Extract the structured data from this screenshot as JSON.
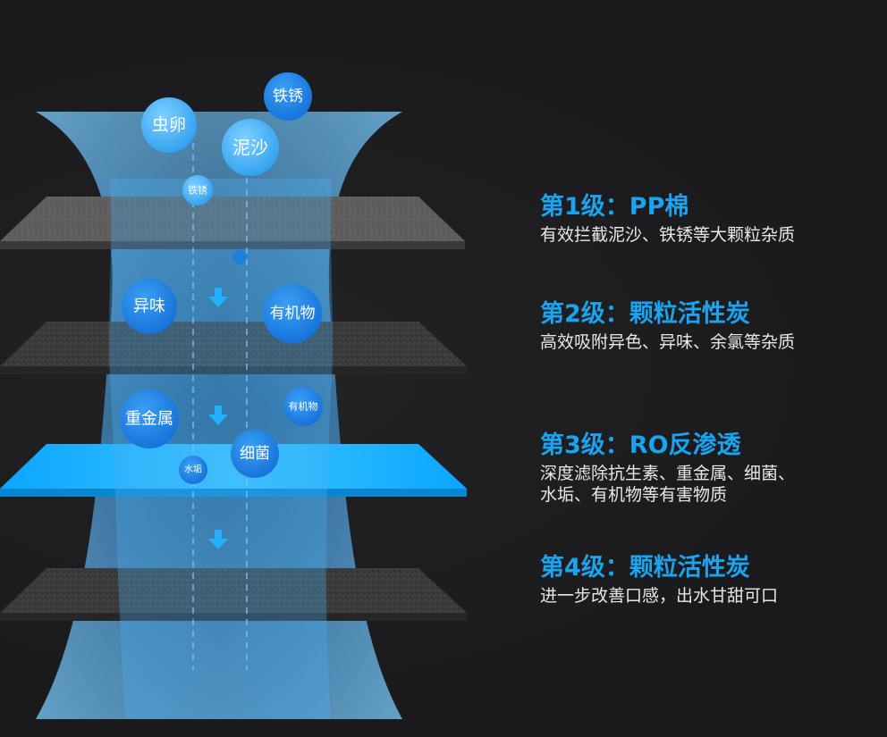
{
  "stages": [
    {
      "title": "第1级：PP棉",
      "description": "有效拦截泥沙、铁锈等大颗粒杂质"
    },
    {
      "title": "第2级：颗粒活性炭",
      "description": "高效吸附异色、异味、余氯等杂质"
    },
    {
      "title": "第3级：RO反渗透",
      "description": "深度滤除抗生素、重金属、细菌、\n水垢、有机物等有害物质"
    },
    {
      "title": "第4级：颗粒活性炭",
      "description": "进一步改善口感，出水甘甜可口"
    }
  ],
  "particles": {
    "chongluan": "虫卵",
    "tiexiu_top": "铁锈",
    "nisha": "泥沙",
    "tiexiu_small": "铁锈",
    "yiwei": "异味",
    "youjiwu": "有机物",
    "zhongjinshu": "重金属",
    "youjiwu_small": "有机物",
    "xijun": "细菌",
    "shuigou": "水垢"
  },
  "colors": {
    "accent_blue": "#1aa3ee",
    "background": "#1c1c1e",
    "layer_gray": "#5a5a5a",
    "layer_carbon": "#3c3c3c",
    "layer_ro": "#14b4ff"
  }
}
